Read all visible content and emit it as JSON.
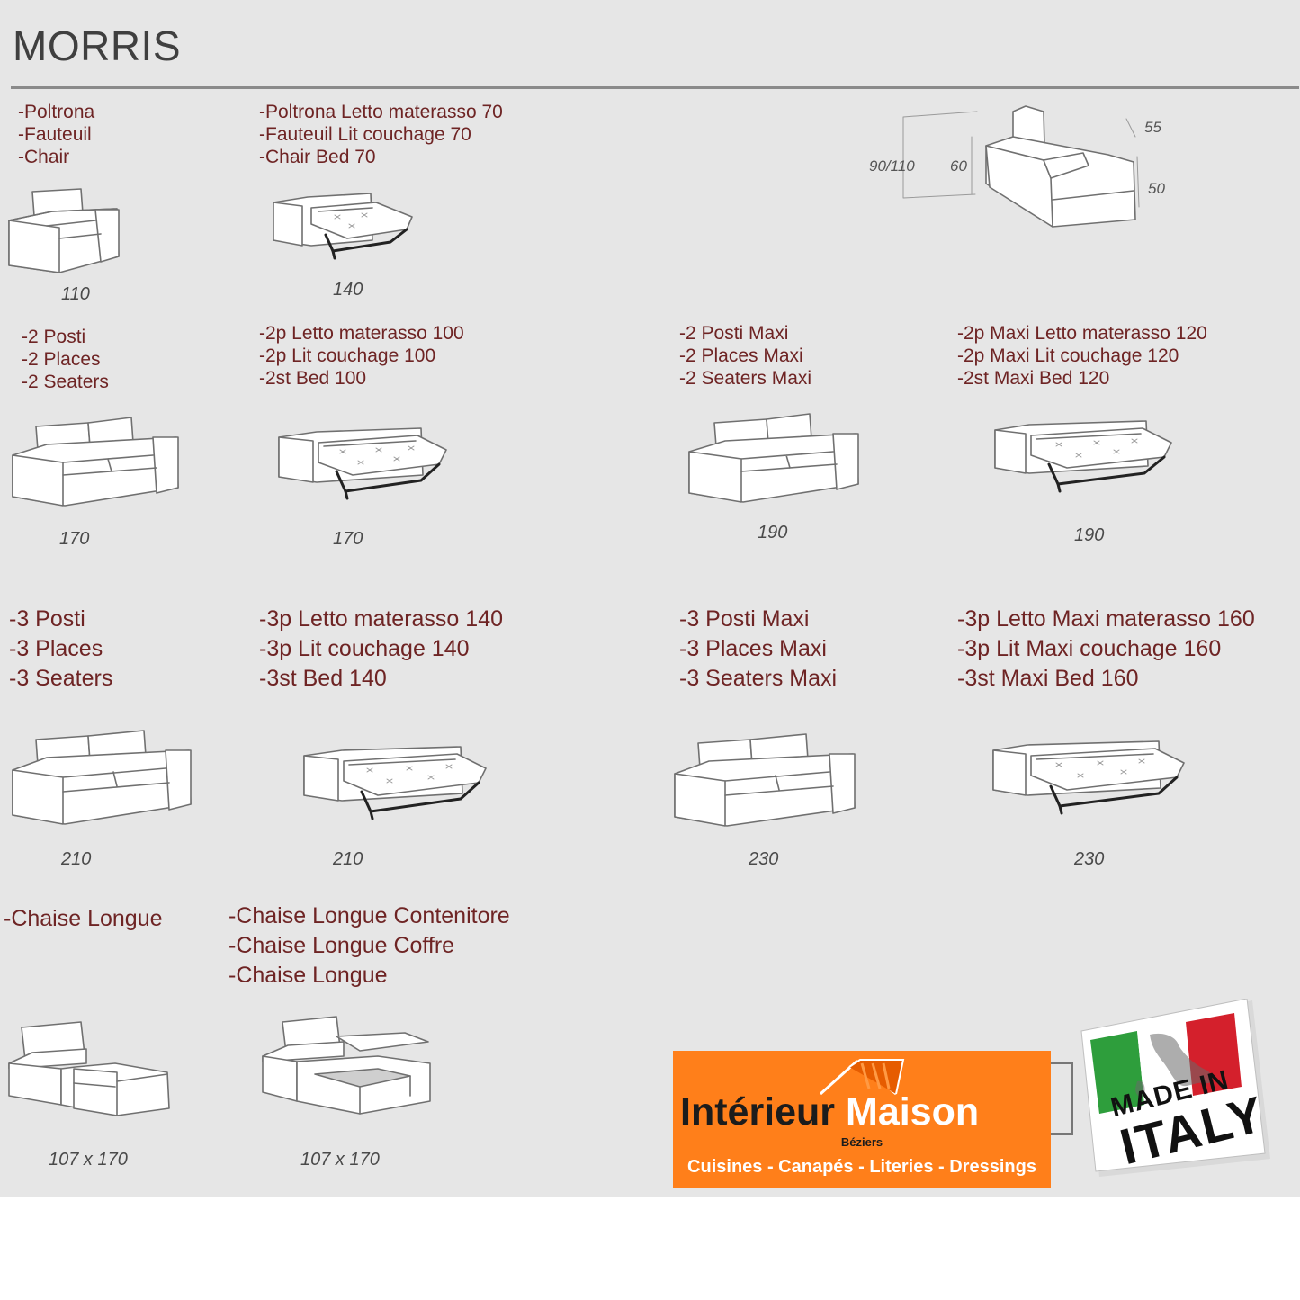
{
  "title": "MORRIS",
  "items": [
    {
      "lines": [
        "-Poltrona",
        "-Fauteuil",
        "-Chair"
      ],
      "dim": "110"
    },
    {
      "lines": [
        "-Poltrona Letto materasso 70",
        "-Fauteuil Lit couchage 70",
        "-Chair Bed 70"
      ],
      "dim": "140"
    },
    {
      "lines": [
        "-2 Posti",
        "-2 Places",
        "-2 Seaters"
      ],
      "dim": "170"
    },
    {
      "lines": [
        "-2p Letto materasso 100",
        "-2p Lit couchage 100",
        "-2st Bed 100"
      ],
      "dim": "170"
    },
    {
      "lines": [
        "-2 Posti Maxi",
        "-2 Places Maxi",
        "-2 Seaters Maxi"
      ],
      "dim": "190"
    },
    {
      "lines": [
        "-2p Maxi Letto materasso 120",
        "-2p Maxi Lit couchage 120",
        "-2st Maxi Bed 120"
      ],
      "dim": "190"
    },
    {
      "lines": [
        "-3 Posti",
        "-3 Places",
        "-3 Seaters"
      ],
      "dim": "210"
    },
    {
      "lines": [
        "-3p Letto materasso 140",
        "-3p Lit couchage 140",
        "-3st Bed 140"
      ],
      "dim": "210"
    },
    {
      "lines": [
        "-3 Posti Maxi",
        "-3 Places Maxi",
        "-3 Seaters Maxi"
      ],
      "dim": "230"
    },
    {
      "lines": [
        "-3p Letto Maxi materasso 160",
        "-3p Lit Maxi couchage 160",
        "-3st Maxi Bed 160"
      ],
      "dim": "230"
    },
    {
      "lines": [
        "-Chaise Longue"
      ],
      "dim": "107 x 170"
    },
    {
      "lines": [
        "-Chaise Longue Contenitore",
        "-Chaise Longue Coffre",
        "-Chaise Longue"
      ],
      "dim": "107 x 170"
    }
  ],
  "side_diagram": {
    "total_height": "90/110",
    "seat_depth": "60",
    "armrest": "55",
    "seat_height": "50"
  },
  "logo": {
    "name_1": "Intérieur",
    "name_2": "Maison",
    "city": "Béziers",
    "tagline": "Cuisines - Canapés - Literies - Dressings"
  },
  "badge": {
    "made_in": "MADE IN",
    "italy": "ITALY"
  },
  "colors": {
    "label_text": "#6e2424",
    "background": "#e6e6e6",
    "logo_orange": "#ff7f1a",
    "flag_green": "#2e9e3c",
    "flag_red": "#d4202c"
  }
}
